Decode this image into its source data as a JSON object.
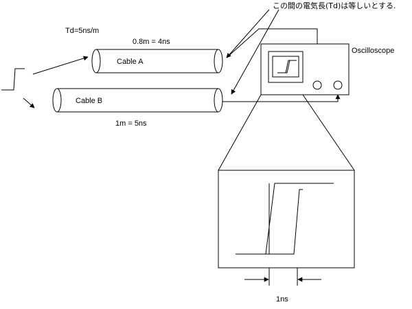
{
  "notes": {
    "td_rate": "Td=5ns/m",
    "electrical_length_note": "この間の電気長(Td)は等しいとする."
  },
  "cables": {
    "a": {
      "label": "Cable A",
      "length": "0.8m = 4ns"
    },
    "b": {
      "label": "Cable B",
      "length": "1m = 5ns"
    }
  },
  "oscilloscope": {
    "label": "Oscilloscope"
  },
  "zoom": {
    "delay_label": "1ns"
  }
}
